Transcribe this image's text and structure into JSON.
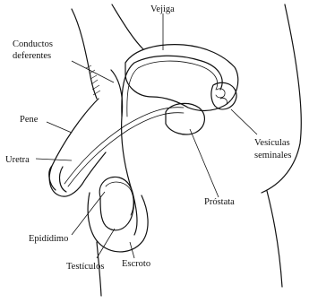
{
  "labels": {
    "bladder": "Vejiga",
    "vas_deferens_line1": "Conductos",
    "vas_deferens_line2": "deferentes",
    "penis": "Pene",
    "urethra": "Uretra",
    "seminal_vesicles_line1": "Vesículas",
    "seminal_vesicles_line2": "seminales",
    "prostate": "Próstata",
    "epididymis": "Epidídimo",
    "testicles": "Testículos",
    "scrotum": "Escroto"
  }
}
